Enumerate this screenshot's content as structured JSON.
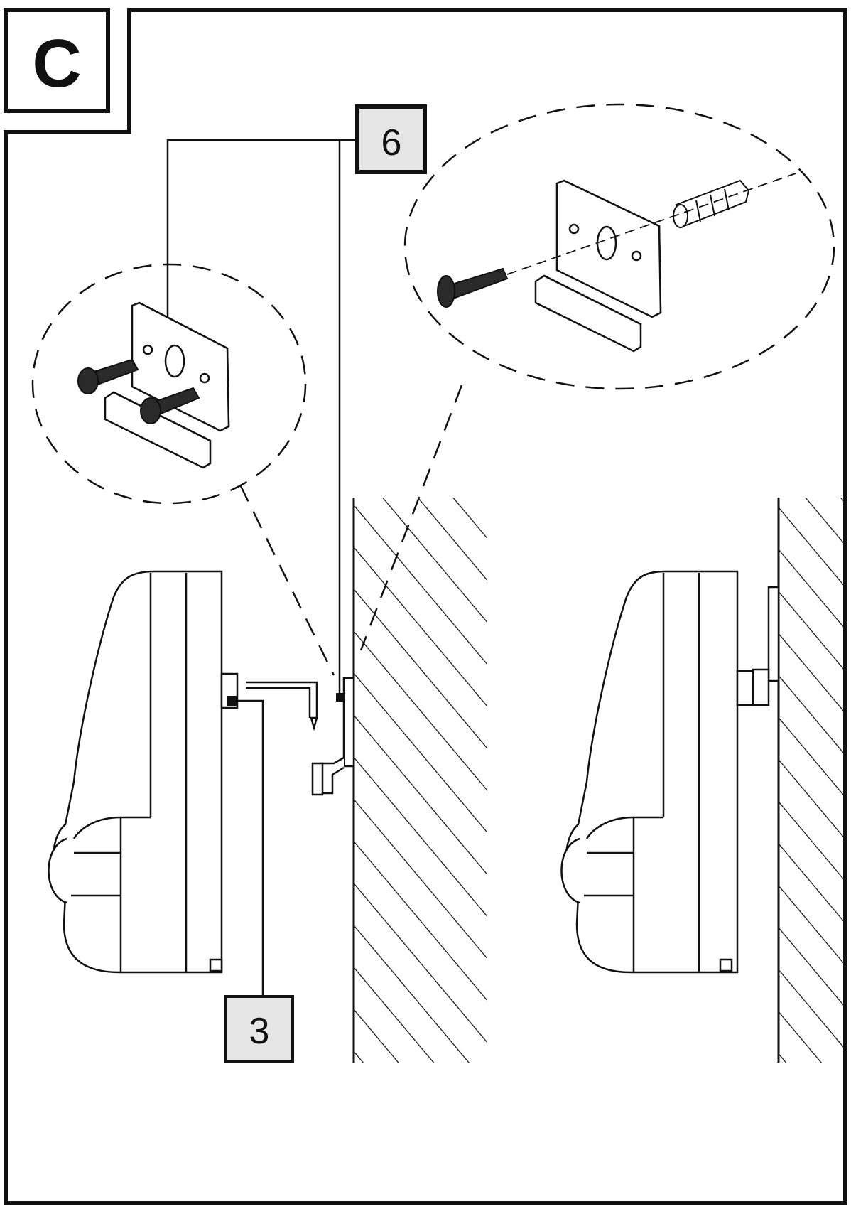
{
  "step_letter": "C",
  "callouts": {
    "bracket_label": "6",
    "device_label": "3"
  },
  "colors": {
    "ink": "#111111",
    "callout_fill": "#e6e6e6",
    "dark_screw": "#2a2a2a"
  },
  "icons": [
    "wall-bracket",
    "screw",
    "wall-plug",
    "wall-hatching",
    "sensor-device",
    "arrow-down"
  ]
}
